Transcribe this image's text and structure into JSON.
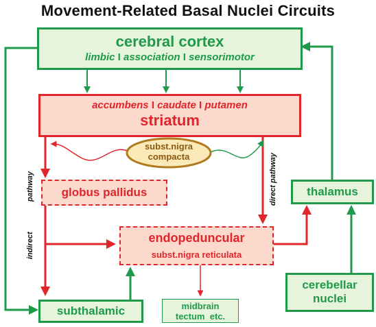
{
  "title": "Movement-Related Basal Nuclei Circuits",
  "cortex": {
    "name": "cerebral cortex",
    "sub1": "limbic",
    "sub2": "association",
    "sub3": "sensorimotor",
    "sep": "I"
  },
  "striatum": {
    "name": "striatum",
    "sub1": "accumbens",
    "sub2": "caudate",
    "sub3": "putamen",
    "sep": "I"
  },
  "snc": {
    "line1": "subst.nigra",
    "line2": "compacta"
  },
  "gp": {
    "name": "globus pallidus"
  },
  "endo": {
    "name": "endopeduncular",
    "sub": "subst.nigra reticulata"
  },
  "thalamus": {
    "name": "thalamus"
  },
  "subthalamic": {
    "name": "subthalamic"
  },
  "midbrain": {
    "line1": "midbrain",
    "line2": "tectum  etc."
  },
  "cerebellar": {
    "line1": "cerebellar",
    "line2": "nuclei"
  },
  "labels": {
    "indirect_pathway": "pathway",
    "indirect": "indirect",
    "direct_pathway": "direct pathway"
  },
  "colors": {
    "green": "#1f9a4a",
    "red": "#e0252b",
    "red_fill": "#fbd9cc",
    "green_fill": "#e6f4dc",
    "brown": "#b07a1f",
    "snc_fill": "#fbe9b8"
  }
}
